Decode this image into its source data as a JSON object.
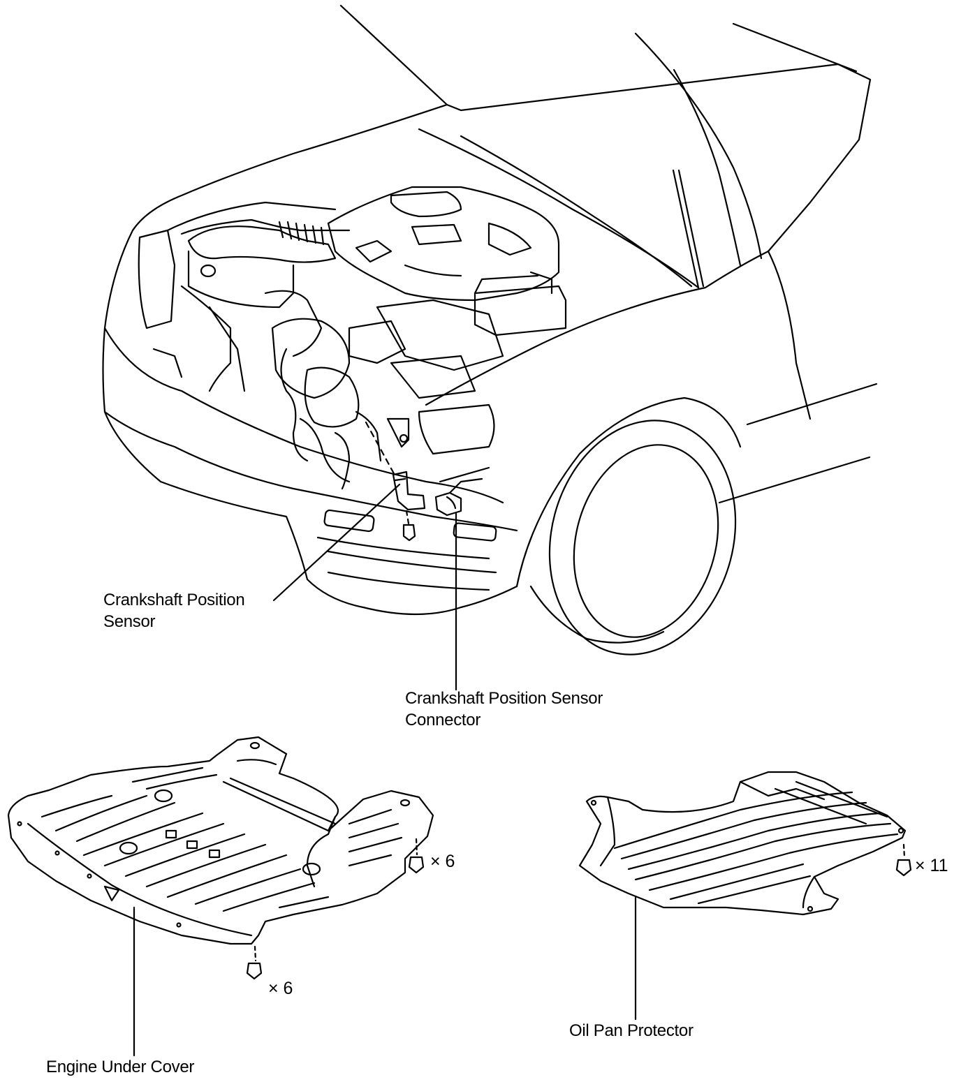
{
  "labels": {
    "ckp_sensor_line1": "Crankshaft Position",
    "ckp_sensor_line2": "Sensor",
    "ckp_connector_line1": "Crankshaft Position Sensor",
    "ckp_connector_line2": "Connector",
    "engine_under_cover": "Engine Under Cover",
    "oil_pan_protector": "Oil Pan Protector"
  },
  "fasteners": {
    "under_cover_side_qty": "× 6",
    "under_cover_bottom_qty": "× 6",
    "oil_pan_qty": "× 11"
  }
}
